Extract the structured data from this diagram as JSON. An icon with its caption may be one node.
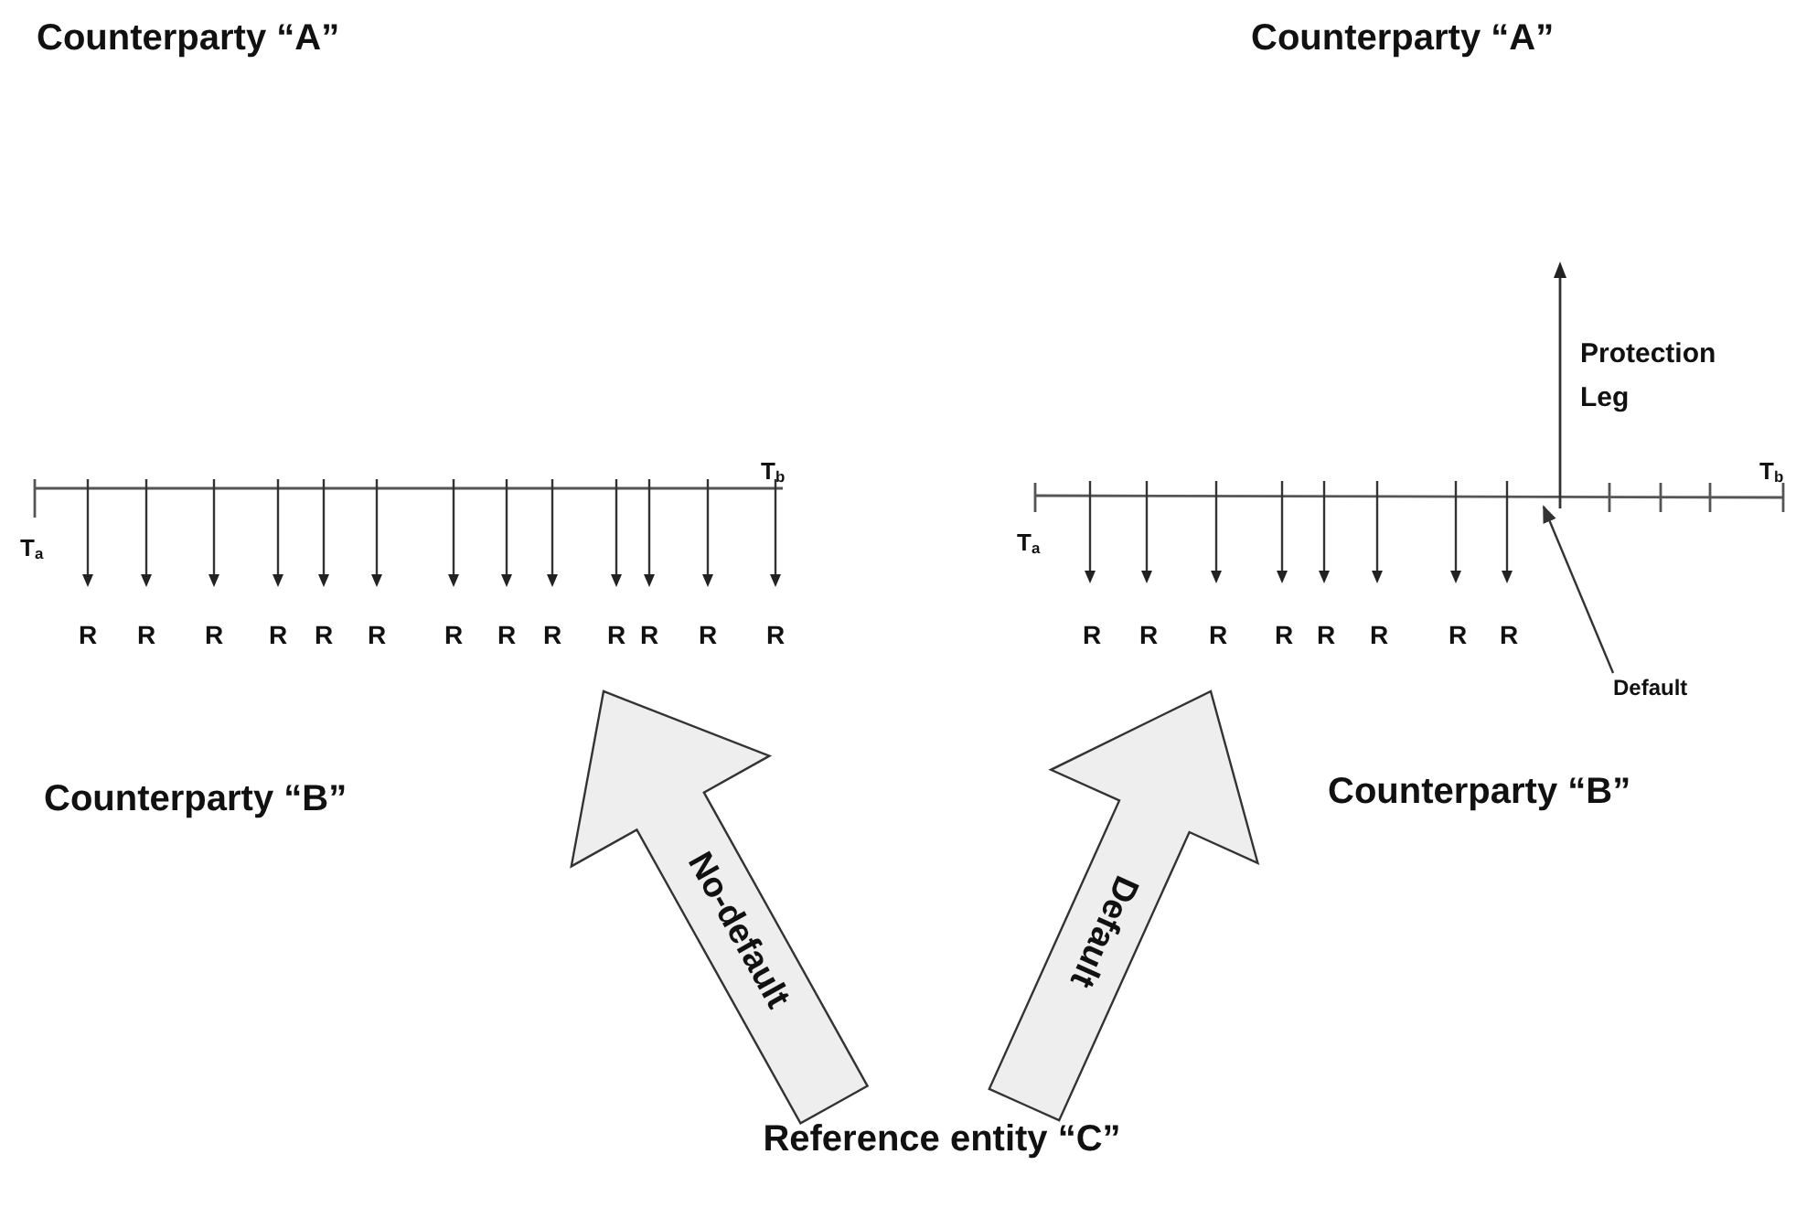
{
  "diagram": {
    "nodes": [
      {
        "text": [
          "Counterparty “A”"
        ]
      },
      {
        "text": [
          "Counterparty “A”"
        ]
      },
      {
        "text": [
          "Counterparty “B”"
        ]
      },
      {
        "text": [
          "Counterparty “B”"
        ]
      },
      {
        "text": [
          "Reference entity “C”"
        ]
      },
      {
        "text": [
          "Default"
        ]
      }
    ],
    "edges": [
      {
        "from": 4,
        "to": null,
        "arrow": "to",
        "label": "No-default",
        "style": "thick"
      },
      {
        "from": 4,
        "to": null,
        "arrow": "to",
        "label": "Default",
        "style": "thick"
      },
      {
        "from": 5,
        "to": null,
        "arrow": "to"
      }
    ],
    "labels": [
      "Protection Leg",
      "T$_{b}$",
      "T$_{b}$",
      "T$_{a}$",
      "T$_{a}$",
      "R",
      "R",
      "R",
      "R",
      "R",
      "R",
      "R",
      "R",
      "R",
      "R",
      "R",
      "R",
      "R",
      "R",
      "R",
      "R",
      "R",
      "R",
      "R",
      "R",
      "R"
    ]
  }
}
